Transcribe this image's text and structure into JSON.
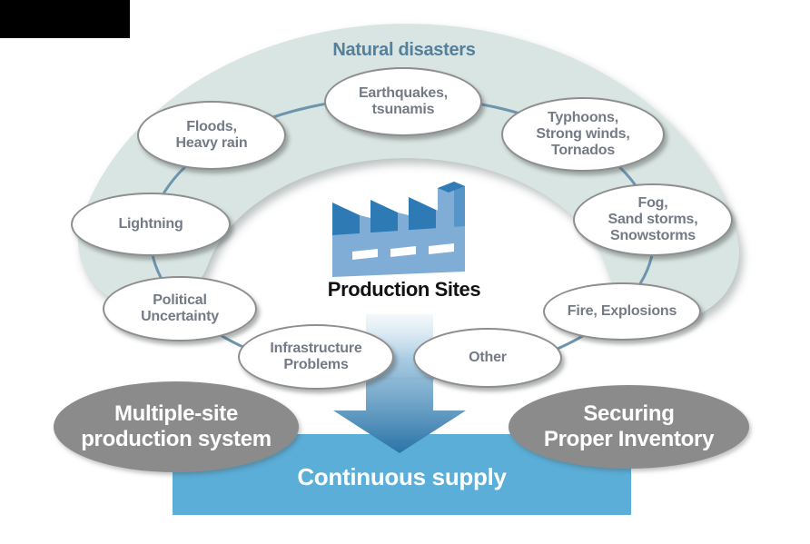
{
  "diagram": {
    "title": "Natural disasters",
    "production": {
      "label": "Production Sites",
      "icon": "factory-icon"
    },
    "risks": [
      {
        "id": "floods",
        "label": "Floods,\nHeavy rain"
      },
      {
        "id": "earthquakes",
        "label": "Earthquakes,\ntsunamis"
      },
      {
        "id": "typhoons",
        "label": "Typhoons,\nStrong winds,\nTornados"
      },
      {
        "id": "lightning",
        "label": "Lightning"
      },
      {
        "id": "fog",
        "label": "Fog,\nSand storms,\nSnowstorms"
      },
      {
        "id": "political",
        "label": "Political\nUncertainty"
      },
      {
        "id": "fire",
        "label": "Fire, Explosions"
      },
      {
        "id": "infrastructure",
        "label": "Infrastructure\nProblems"
      },
      {
        "id": "other",
        "label": "Other"
      }
    ],
    "solutions": [
      {
        "id": "multi-site",
        "label": "Multiple-site\nproduction system"
      },
      {
        "id": "inventory",
        "label": "Securing\nProper Inventory"
      }
    ],
    "outcome": {
      "label": "Continuous supply"
    },
    "colors": {
      "crescent": "#d9e5e2",
      "connector_line": "#6d95ae",
      "title_text": "#54809b",
      "bubble_text": "#747a86",
      "bubble_border": "#8e8e8e",
      "solution_fill": "#8b8b8b",
      "bar_fill": "#5aaed8",
      "arrow_dark": "#2b74a8",
      "factory_light": "#7fadd6",
      "factory_dark": "#2e7ab5",
      "masked_block": "#000000"
    }
  }
}
